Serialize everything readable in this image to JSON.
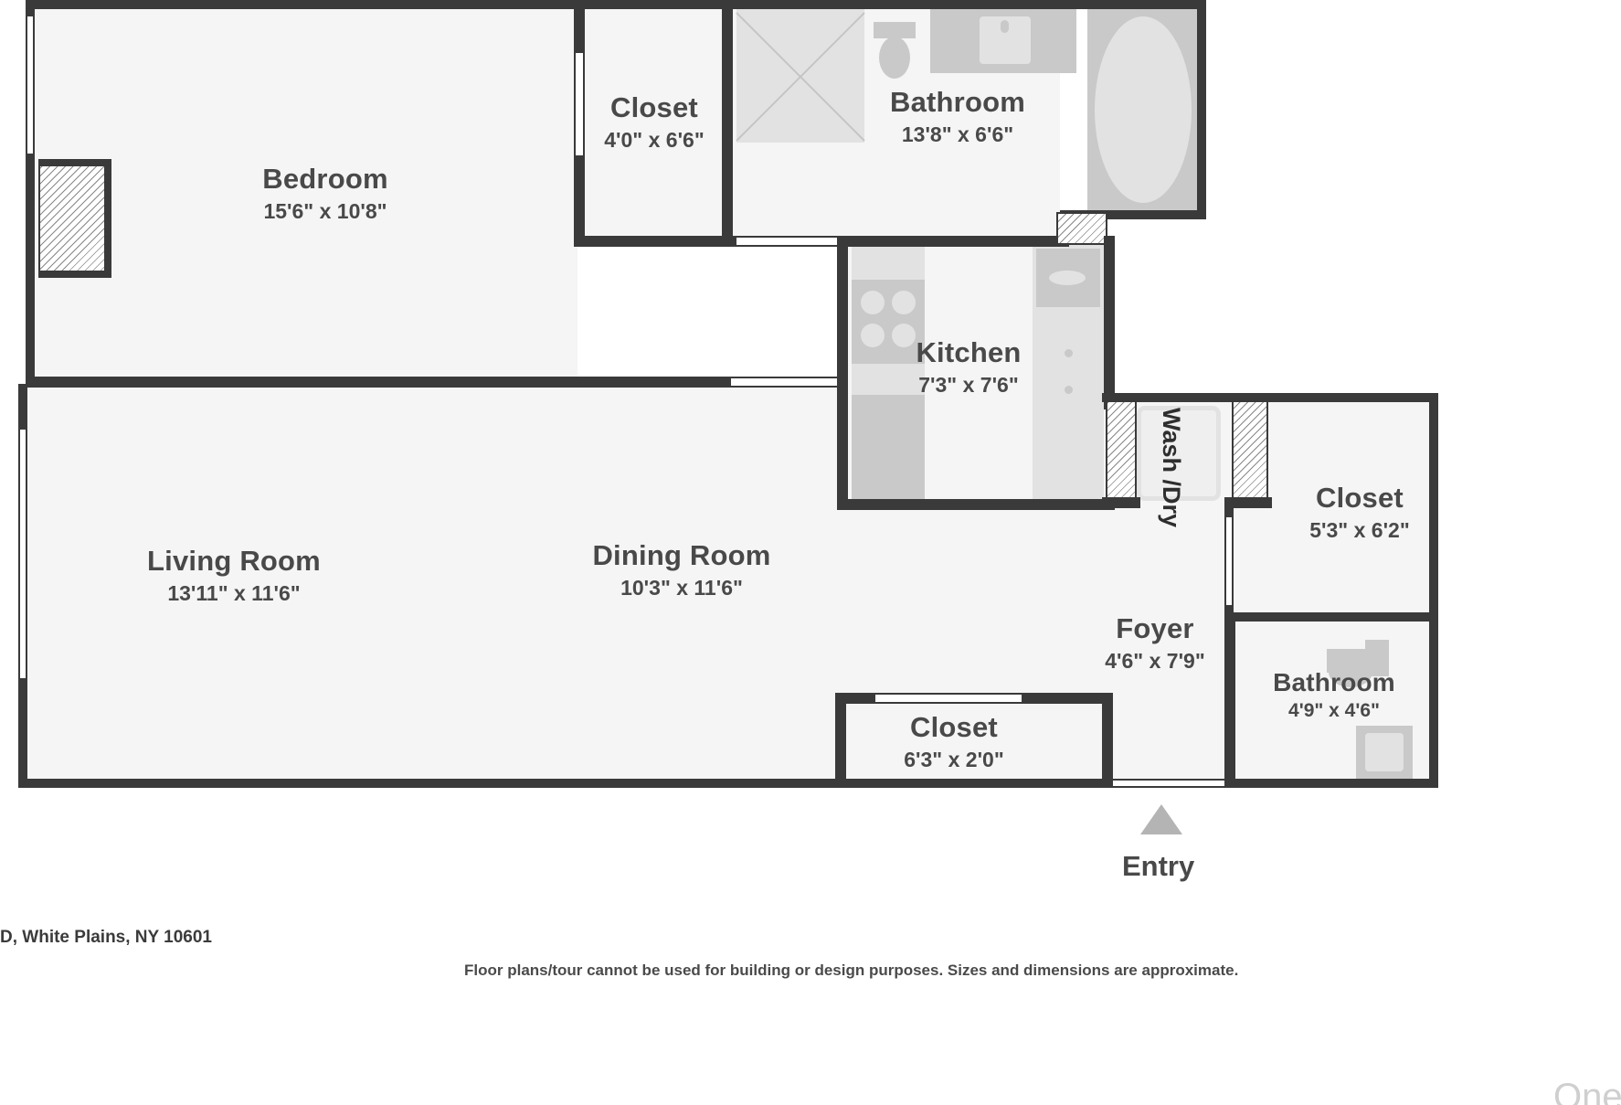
{
  "document": {
    "type": "floor-plan",
    "address_line": "D, White Plains, NY 10601",
    "disclaimer": "Floor plans/tour cannot be used for building or design purposes. Sizes and dimensions are approximate.",
    "watermark": "One"
  },
  "rooms": [
    {
      "key": "bedroom",
      "name": "Bedroom",
      "dimensions": "15'6\" x 10'8\""
    },
    {
      "key": "closet_bed",
      "name": "Closet",
      "dimensions": "4'0\" x 6'6\""
    },
    {
      "key": "bathroom_main",
      "name": "Bathroom",
      "dimensions": "13'8\" x 6'6\""
    },
    {
      "key": "kitchen",
      "name": "Kitchen",
      "dimensions": "7'3\" x 7'6\""
    },
    {
      "key": "living_room",
      "name": "Living Room",
      "dimensions": "13'11\" x 11'6\""
    },
    {
      "key": "dining_room",
      "name": "Dining Room",
      "dimensions": "10'3\" x 11'6\""
    },
    {
      "key": "closet_right",
      "name": "Closet",
      "dimensions": "5'3\" x 6'2\""
    },
    {
      "key": "foyer",
      "name": "Foyer",
      "dimensions": "4'6\" x 7'9\""
    },
    {
      "key": "closet_hall",
      "name": "Closet",
      "dimensions": "6'3\" x 2'0\""
    },
    {
      "key": "bathroom_half",
      "name": "Bathroom",
      "dimensions": "4'9\" x 4'6\""
    }
  ],
  "annotations": {
    "laundry_label": "Wash /Dry",
    "entry_label": "Entry"
  },
  "colors": {
    "wall": "#3a3a3a",
    "room_fill": "#f5f5f5",
    "fixture": "#c9c9c9",
    "fixture_light": "#e2e2e2",
    "text": "#494949",
    "entry_marker": "#b4b4b4"
  }
}
